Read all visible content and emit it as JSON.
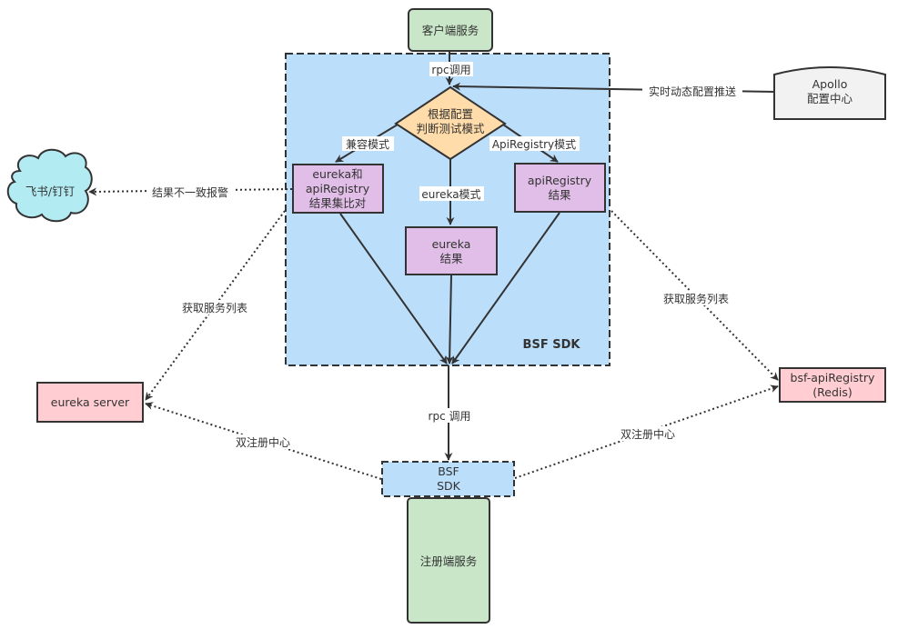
{
  "colors": {
    "client_fill": "#c9e6c9",
    "sdk_fill": "#bbdefb",
    "decision_fill": "#ffdcaa",
    "result_fill": "#e1bee7",
    "server_fill": "#ffcdd2",
    "cloud_fill": "#b2ebf2",
    "apollo_fill": "#f2f2f2",
    "stroke": "#333333"
  },
  "nodes": {
    "client_service": {
      "lines": [
        "客户端服务"
      ]
    },
    "bsf_sdk_container": {
      "title": "BSF SDK"
    },
    "decision": {
      "lines": [
        "根据配置",
        "判断测试模式"
      ]
    },
    "compare_result": {
      "lines": [
        "eureka和",
        "apiRegistry",
        "结果集比对"
      ]
    },
    "eureka_result": {
      "lines": [
        "eureka",
        "结果"
      ]
    },
    "apiregistry_result": {
      "lines": [
        "apiRegistry",
        "结果"
      ]
    },
    "apollo": {
      "lines": [
        "Apollo",
        "配置中心"
      ]
    },
    "alert_cloud": {
      "lines": [
        "飞书/钉钉"
      ]
    },
    "eureka_server": {
      "lines": [
        "eureka server"
      ]
    },
    "bsf_apiregistry": {
      "lines": [
        "bsf-apiRegistry",
        "(Redis)"
      ]
    },
    "bsf_sdk_small": {
      "lines": [
        "BSF",
        "SDK"
      ]
    },
    "registry_service": {
      "lines": [
        "注册端服务"
      ]
    }
  },
  "edges": {
    "client_to_decision": {
      "label": "rpc调用"
    },
    "apollo_to_decision": {
      "label": "实时动态配置推送"
    },
    "decision_to_compare": {
      "label": "兼容模式"
    },
    "decision_to_eureka": {
      "label": "eureka模式"
    },
    "decision_to_apiregistry": {
      "label": "ApiRegistry模式"
    },
    "compare_to_alert": {
      "label": "结果不一致报警"
    },
    "sdk_to_eureka_server": {
      "label": "获取服务列表"
    },
    "sdk_to_bsf_apiregistry": {
      "label": "获取服务列表"
    },
    "sdk_to_registry_sdk": {
      "label": "rpc 调用"
    },
    "registry_to_eureka_server": {
      "label": "双注册中心"
    },
    "registry_to_bsf_apiregistry": {
      "label": "双注册中心"
    }
  }
}
